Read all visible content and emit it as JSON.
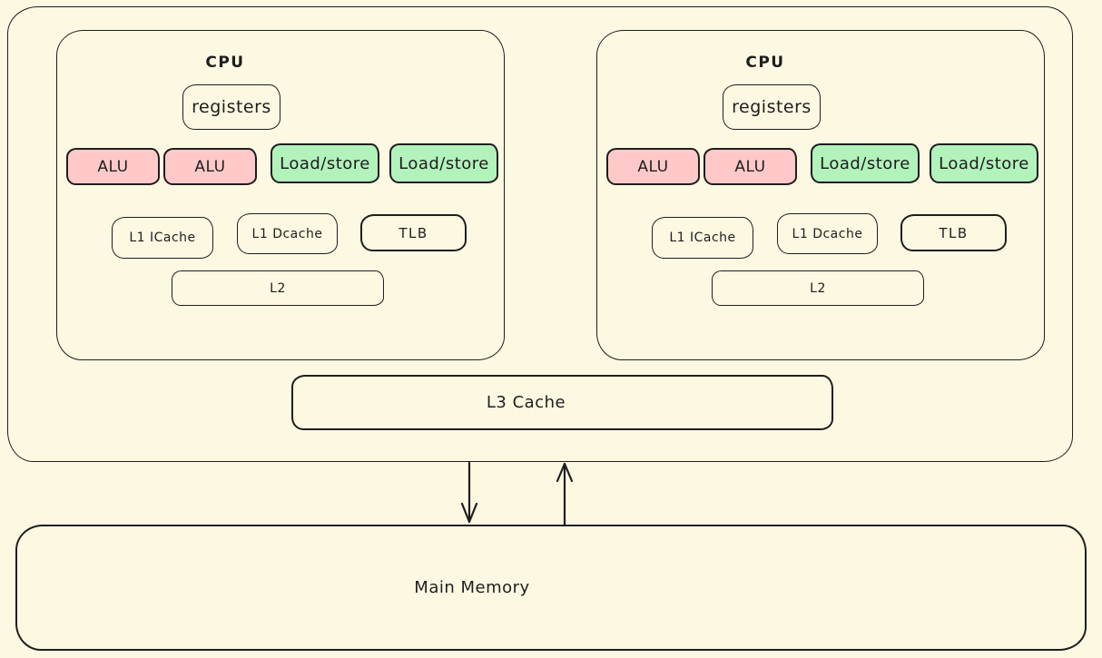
{
  "colors": {
    "background": "#fdf8e2",
    "stroke": "#1e1e1e",
    "alu_fill": "#ffc9c9",
    "load_store_fill": "#b2f2bb"
  },
  "chip": {
    "cores": [
      {
        "label": "CPU",
        "registers": "registers",
        "alu": [
          "ALU",
          "ALU"
        ],
        "load_store": [
          "Load/store",
          "Load/store"
        ],
        "l1_icache": "L1 ICache",
        "l1_dcache": "L1 Dcache",
        "tlb": "TLB",
        "l2": "L2"
      },
      {
        "label": "CPU",
        "registers": "registers",
        "alu": [
          "ALU",
          "ALU"
        ],
        "load_store": [
          "Load/store",
          "Load/store"
        ],
        "l1_icache": "L1 ICache",
        "l1_dcache": "L1 Dcache",
        "tlb": "TLB",
        "l2": "L2"
      }
    ],
    "l3": "L3 Cache"
  },
  "memory": {
    "label": "Main Memory"
  }
}
